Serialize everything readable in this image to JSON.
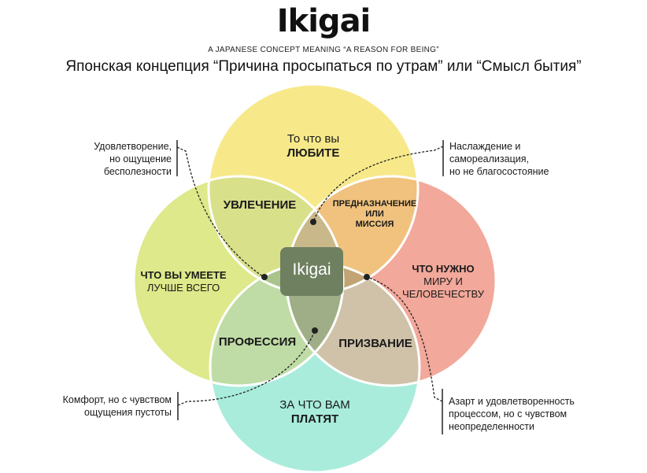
{
  "header": {
    "title": "Ikigai",
    "subtitle_en": "A JAPANESE CONCEPT MEANING “A REASON FOR BEING”",
    "subtitle_ru": "Японская концепция “Причина просыпаться по утрам” или “Смысл бытия”"
  },
  "colors": {
    "love": "#f7e98a",
    "good_at": "#dde98a",
    "world_needs": "#f2a89a",
    "paid_for": "#a9ecdc",
    "passion": "#d9e08a",
    "mission": "#f0c27e",
    "profession": "#bfdca6",
    "vocation": "#cfc2a8",
    "core_ikigai": "#6e8060"
  },
  "circles": {
    "love_line1": "То что вы",
    "love_line2": "ЛЮБИТЕ",
    "good_line1": "ЧТО ВЫ УМЕЕТЕ",
    "good_line2": "ЛУЧШЕ ВСЕГО",
    "needs_line1": "ЧТО НУЖНО",
    "needs_line2": "МИРУ И",
    "needs_line3": "ЧЕЛОВЕЧЕСТВУ",
    "paid_line1": "ЗА ЧТО ВАМ",
    "paid_line2": "ПЛАТЯТ"
  },
  "overlaps": {
    "passion": "УВЛЕЧЕНИЕ",
    "mission_line1": "ПРЕДНАЗНАЧЕНИЕ",
    "mission_line2": "ИЛИ",
    "mission_line3": "МИССИЯ",
    "profession": "ПРОФЕССИЯ",
    "vocation": "ПРИЗВАНИЕ",
    "center": "Ikigai"
  },
  "notes": {
    "top_left": [
      "Удовлетворение,",
      "но ощущение",
      "бесполезности"
    ],
    "top_right": [
      "Наслаждение и",
      "самореализация,",
      "но не благосостояние"
    ],
    "bottom_left": [
      "Комфорт, но с чувством",
      "ощущения пустоты"
    ],
    "bottom_right": [
      "Азарт и удовлетворенность",
      "процессом, но с чувством",
      "неопределенности"
    ]
  }
}
